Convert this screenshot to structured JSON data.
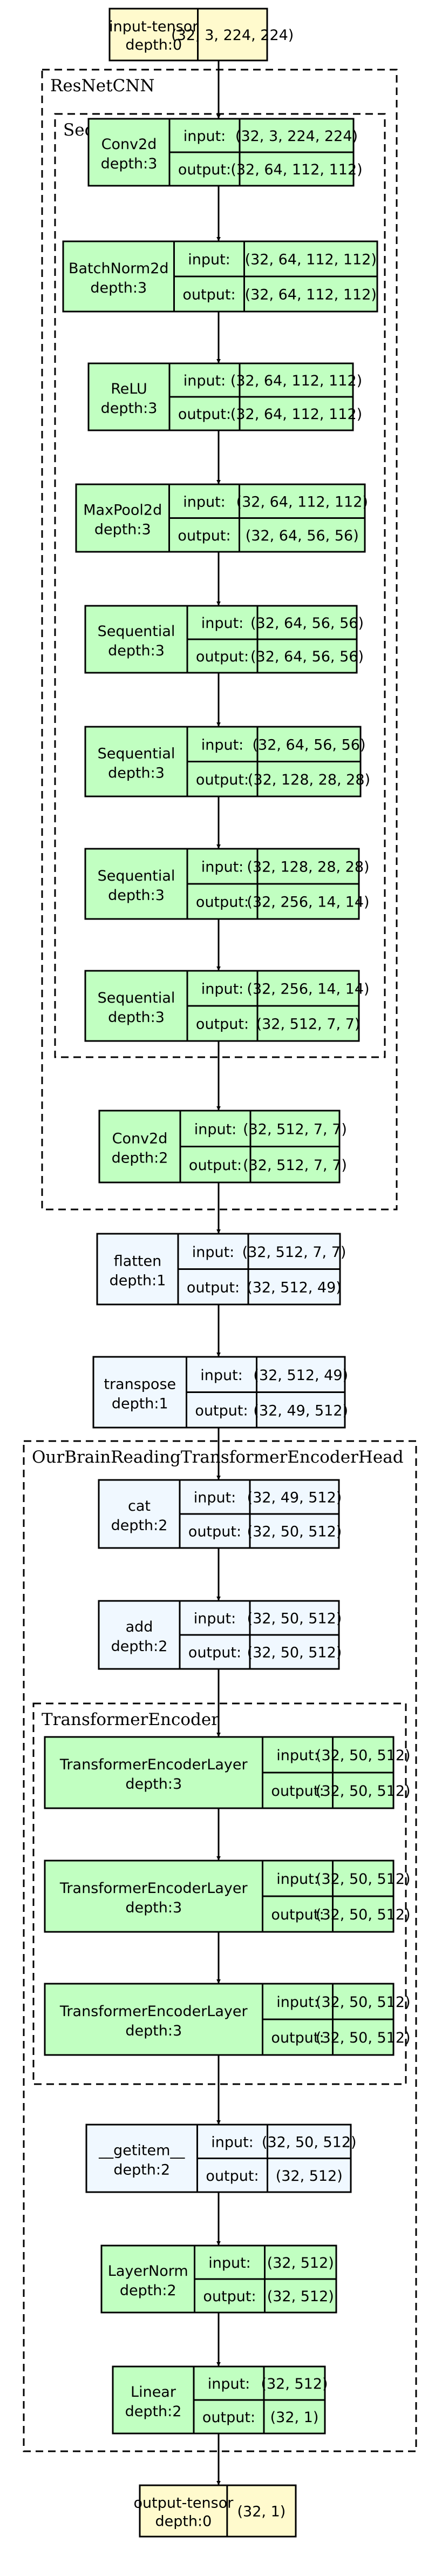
{
  "clusters": [
    {
      "id": "c-resnet",
      "label": "ResNetCNN"
    },
    {
      "id": "c-seq",
      "label": "Sequential"
    },
    {
      "id": "c-head",
      "label": "OurBrainReadingTransformerEncoderHead"
    },
    {
      "id": "c-enc",
      "label": "TransformerEncoder"
    }
  ],
  "nodes": [
    {
      "id": "input-tensor",
      "name": "input-tensor",
      "depth": "depth:0",
      "value": "(32, 3, 224, 224)",
      "kind": "io"
    },
    {
      "id": "conv2d-1",
      "name": "Conv2d",
      "depth": "depth:3",
      "input_label": "input:",
      "input": "(32, 3, 224, 224)",
      "output_label": "output:",
      "output": "(32, 64, 112, 112)",
      "kind": "module"
    },
    {
      "id": "batchnorm2d",
      "name": "BatchNorm2d",
      "depth": "depth:3",
      "input_label": "input:",
      "input": "(32, 64, 112, 112)",
      "output_label": "output:",
      "output": "(32, 64, 112, 112)",
      "kind": "module"
    },
    {
      "id": "relu",
      "name": "ReLU",
      "depth": "depth:3",
      "input_label": "input:",
      "input": "(32, 64, 112, 112)",
      "output_label": "output:",
      "output": "(32, 64, 112, 112)",
      "kind": "module"
    },
    {
      "id": "maxpool2d",
      "name": "MaxPool2d",
      "depth": "depth:3",
      "input_label": "input:",
      "input": "(32, 64, 112, 112)",
      "output_label": "output:",
      "output": "(32, 64, 56, 56)",
      "kind": "module"
    },
    {
      "id": "sequential-1",
      "name": "Sequential",
      "depth": "depth:3",
      "input_label": "input:",
      "input": "(32, 64, 56, 56)",
      "output_label": "output:",
      "output": "(32, 64, 56, 56)",
      "kind": "module"
    },
    {
      "id": "sequential-2",
      "name": "Sequential",
      "depth": "depth:3",
      "input_label": "input:",
      "input": "(32, 64, 56, 56)",
      "output_label": "output:",
      "output": "(32, 128, 28, 28)",
      "kind": "module"
    },
    {
      "id": "sequential-3",
      "name": "Sequential",
      "depth": "depth:3",
      "input_label": "input:",
      "input": "(32, 128, 28, 28)",
      "output_label": "output:",
      "output": "(32, 256, 14, 14)",
      "kind": "module"
    },
    {
      "id": "sequential-4",
      "name": "Sequential",
      "depth": "depth:3",
      "input_label": "input:",
      "input": "(32, 256, 14, 14)",
      "output_label": "output:",
      "output": "(32, 512, 7, 7)",
      "kind": "module"
    },
    {
      "id": "conv2d-2",
      "name": "Conv2d",
      "depth": "depth:2",
      "input_label": "input:",
      "input": "(32, 512, 7, 7)",
      "output_label": "output:",
      "output": "(32, 512, 7, 7)",
      "kind": "module"
    },
    {
      "id": "flatten",
      "name": "flatten",
      "depth": "depth:1",
      "input_label": "input:",
      "input": "(32, 512, 7, 7)",
      "output_label": "output:",
      "output": "(32, 512, 49)",
      "kind": "function"
    },
    {
      "id": "transpose",
      "name": "transpose",
      "depth": "depth:1",
      "input_label": "input:",
      "input": "(32, 512, 49)",
      "output_label": "output:",
      "output": "(32, 49, 512)",
      "kind": "function"
    },
    {
      "id": "cat",
      "name": "cat",
      "depth": "depth:2",
      "input_label": "input:",
      "input": "(32, 49, 512)",
      "output_label": "output:",
      "output": "(32, 50, 512)",
      "kind": "function"
    },
    {
      "id": "add",
      "name": "add",
      "depth": "depth:2",
      "input_label": "input:",
      "input": "(32, 50, 512)",
      "output_label": "output:",
      "output": "(32, 50, 512)",
      "kind": "function"
    },
    {
      "id": "tel-1",
      "name": "TransformerEncoderLayer",
      "depth": "depth:3",
      "input_label": "input:",
      "input": "(32, 50, 512)",
      "output_label": "output:",
      "output": "(32, 50, 512)",
      "kind": "module"
    },
    {
      "id": "tel-2",
      "name": "TransformerEncoderLayer",
      "depth": "depth:3",
      "input_label": "input:",
      "input": "(32, 50, 512)",
      "output_label": "output:",
      "output": "(32, 50, 512)",
      "kind": "module"
    },
    {
      "id": "tel-3",
      "name": "TransformerEncoderLayer",
      "depth": "depth:3",
      "input_label": "input:",
      "input": "(32, 50, 512)",
      "output_label": "output:",
      "output": "(32, 50, 512)",
      "kind": "module"
    },
    {
      "id": "getitem",
      "name": "__getitem__",
      "depth": "depth:2",
      "input_label": "input:",
      "input": "(32, 50, 512)",
      "output_label": "output:",
      "output": "(32, 512)",
      "kind": "function"
    },
    {
      "id": "layernorm",
      "name": "LayerNorm",
      "depth": "depth:2",
      "input_label": "input:",
      "input": "(32, 512)",
      "output_label": "output:",
      "output": "(32, 512)",
      "kind": "module"
    },
    {
      "id": "linear",
      "name": "Linear",
      "depth": "depth:2",
      "input_label": "input:",
      "input": "(32, 512)",
      "output_label": "output:",
      "output": "(32, 1)",
      "kind": "module"
    },
    {
      "id": "output-tensor",
      "name": "output-tensor",
      "depth": "depth:0",
      "value": "(32, 1)",
      "kind": "io"
    }
  ],
  "colors": {
    "io": "#fffacd",
    "module": "#c1ffc1",
    "function": "#f0f8ff",
    "stroke": "#000000"
  }
}
